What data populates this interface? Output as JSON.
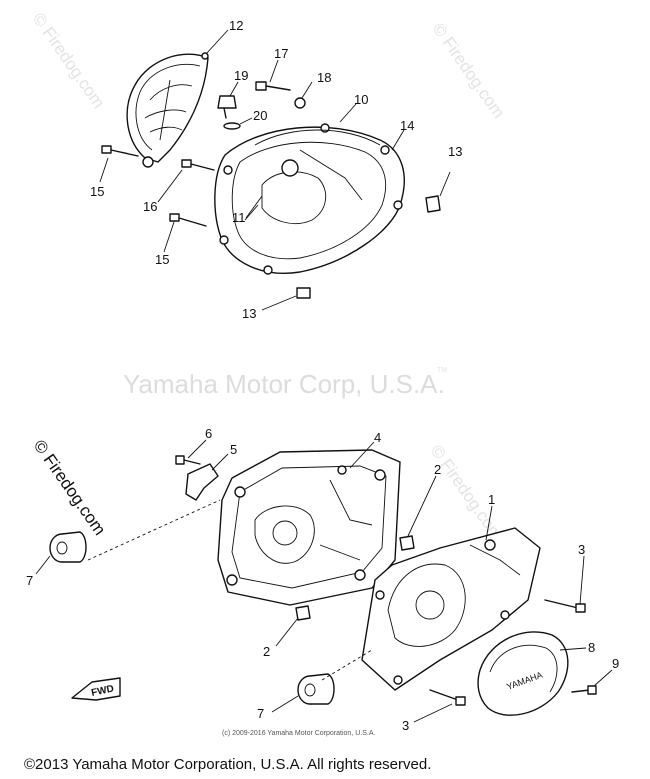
{
  "watermarks": {
    "main": "Yamaha Motor Corp, U.S.A.",
    "tm": "TM",
    "site": "© Firedog.com"
  },
  "callouts": {
    "c1": "1",
    "c2a": "2",
    "c2b": "2",
    "c3a": "3",
    "c3b": "3",
    "c4": "4",
    "c5": "5",
    "c6": "6",
    "c7a": "7",
    "c7b": "7",
    "c8": "8",
    "c9": "9",
    "c10": "10",
    "c11": "11",
    "c12": "12",
    "c13a": "13",
    "c13b": "13",
    "c14": "14",
    "c15a": "15",
    "c15b": "15",
    "c16": "16",
    "c17": "17",
    "c18": "18",
    "c19": "19",
    "c20": "20"
  },
  "labels": {
    "fwd": "FWD",
    "cover_brand": "YAMAHA",
    "small_copyright": "(c) 2009-2016 Yamaha Motor Corporation, U.S.A."
  },
  "footer": {
    "copyright": "©2013 Yamaha Motor Corporation, U.S.A. All rights reserved."
  }
}
